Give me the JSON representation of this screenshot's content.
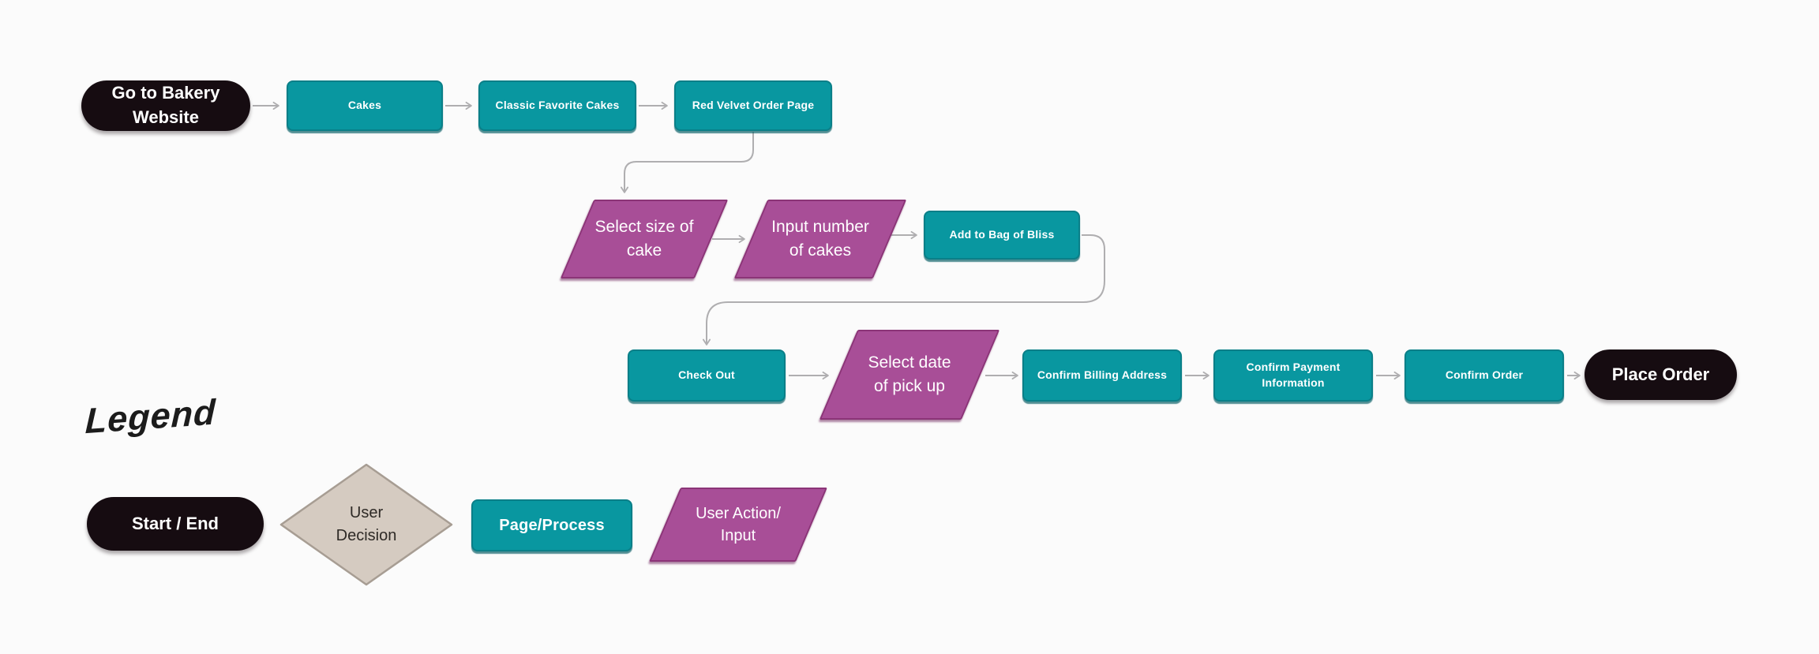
{
  "colors": {
    "background": "#fbfbfb",
    "start_end_fill": "#160c11",
    "process_fill": "#0997a0",
    "process_border": "#0a7f88",
    "user_action_fill": "#a84e97",
    "user_action_border": "#8b3477",
    "decision_fill": "#d5cbc1",
    "decision_border": "#a79d93",
    "connector": "#afaeb0",
    "text_light": "#ffffff",
    "text_dark": "#2e2a26"
  },
  "flowchart": {
    "nodes": [
      {
        "id": "go-to-bakery-website",
        "type": "start-end",
        "label": "Go to Bakery Website"
      },
      {
        "id": "cakes",
        "type": "page-process",
        "label": "Cakes"
      },
      {
        "id": "classic-favorite-cakes",
        "type": "page-process",
        "label": "Classic Favorite Cakes"
      },
      {
        "id": "red-velvet-order-page",
        "type": "page-process",
        "label": "Red Velvet Order Page"
      },
      {
        "id": "select-size-of-cake",
        "type": "user-action-input",
        "label": "Select size of\ncake"
      },
      {
        "id": "input-number-of-cakes",
        "type": "user-action-input",
        "label": "Input number\nof cakes"
      },
      {
        "id": "add-to-bag-of-bliss",
        "type": "page-process",
        "label": "Add to Bag of Bliss"
      },
      {
        "id": "check-out",
        "type": "page-process",
        "label": "Check Out"
      },
      {
        "id": "select-date-of-pick-up",
        "type": "user-action-input",
        "label": "Select date\nof pick up"
      },
      {
        "id": "confirm-billing-address",
        "type": "page-process",
        "label": "Confirm Billing Address"
      },
      {
        "id": "confirm-payment-information",
        "type": "page-process",
        "label": "Confirm Payment Information"
      },
      {
        "id": "confirm-order",
        "type": "page-process",
        "label": "Confirm Order"
      },
      {
        "id": "place-order",
        "type": "start-end",
        "label": "Place Order"
      }
    ]
  },
  "legend": {
    "title": "Legend",
    "items": [
      {
        "id": "start-end",
        "type": "start-end",
        "label": "Start / End"
      },
      {
        "id": "user-decision",
        "type": "decision",
        "label": "User\nDecision"
      },
      {
        "id": "page-process",
        "type": "page-process",
        "label": "Page/Process"
      },
      {
        "id": "user-action-input",
        "type": "user-action-input",
        "label": "User Action/\nInput"
      }
    ]
  }
}
